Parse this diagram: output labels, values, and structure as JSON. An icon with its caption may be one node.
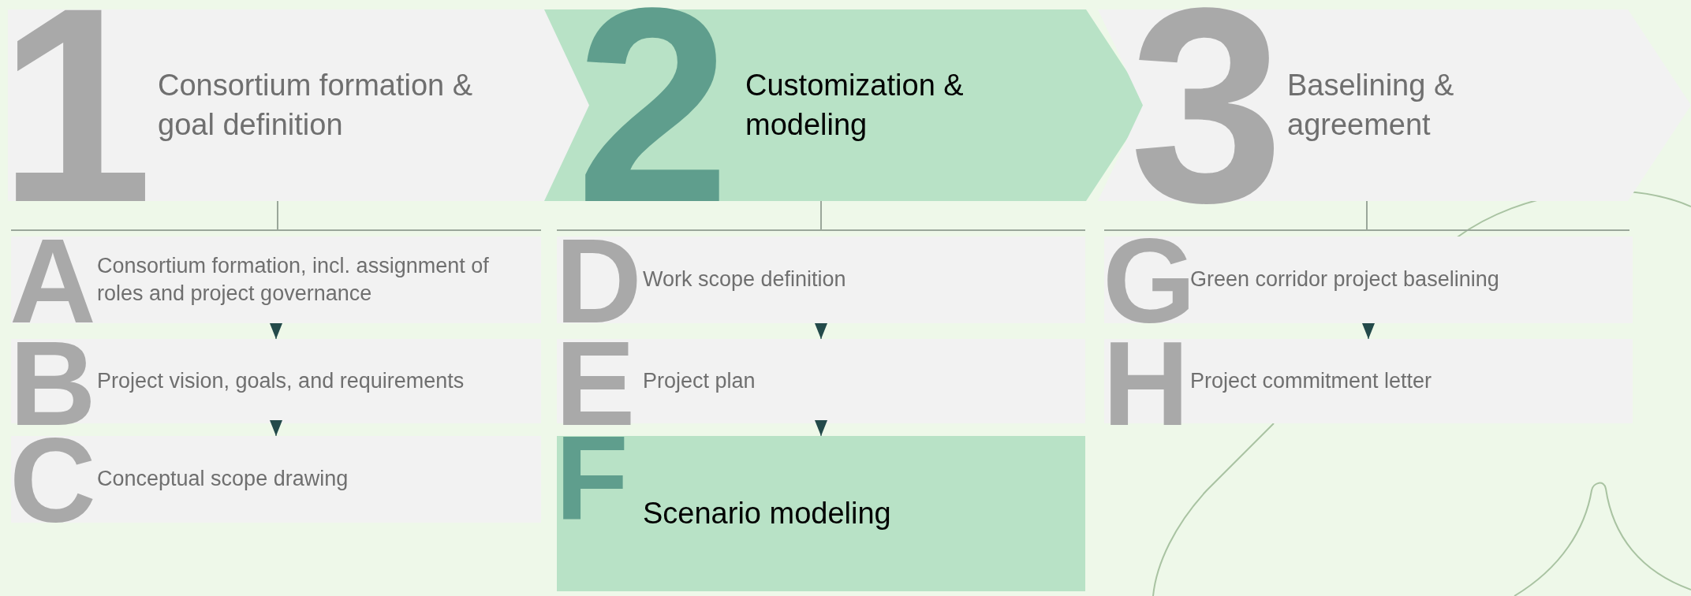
{
  "diagram": {
    "nodes": [
      {
        "text": [
          "1",
          "Consortium formation & goal definition"
        ]
      },
      {
        "text": [
          "A",
          "Consortium formation, incl. assignment of roles and project governance"
        ]
      },
      {
        "text": [
          "B",
          "Project vision, goals, and requirements"
        ]
      },
      {
        "text": [
          "C",
          "Conceptual scope drawing"
        ]
      },
      {
        "text": [
          "2",
          "Customization & modeling"
        ]
      },
      {
        "text": [
          "D",
          "Work scope definition"
        ]
      },
      {
        "text": [
          "E",
          "Project plan"
        ]
      },
      {
        "text": [
          "F",
          "Scenario modeling"
        ]
      },
      {
        "text": [
          "3",
          "Baselining & agreement"
        ]
      },
      {
        "text": [
          "G",
          "Green corridor project baselining"
        ]
      },
      {
        "text": [
          "H",
          "Project commitment letter"
        ]
      }
    ],
    "edges": [
      {
        "from": 1,
        "to": 2,
        "arrow": "to"
      },
      {
        "from": 2,
        "to": 3,
        "arrow": "to"
      },
      {
        "from": 5,
        "to": 6,
        "arrow": "to"
      },
      {
        "from": 6,
        "to": 7,
        "arrow": "to"
      },
      {
        "from": 9,
        "to": 10,
        "arrow": "to"
      }
    ]
  }
}
